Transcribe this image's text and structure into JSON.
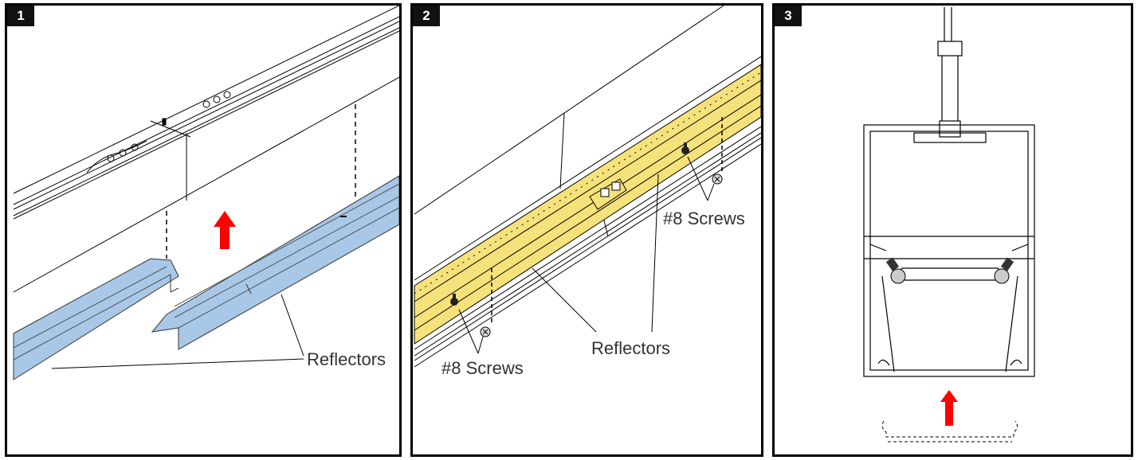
{
  "steps": [
    {
      "number": "1",
      "labels": {
        "reflectors": "Reflectors"
      }
    },
    {
      "number": "2",
      "labels": {
        "screws_top": "#8 Screws",
        "screws_bottom": "#8 Screws",
        "reflectors": "Reflectors"
      }
    },
    {
      "number": "3"
    }
  ],
  "colors": {
    "reflector_fill": "#a9c8e8",
    "led_board_fill": "#f6e27a",
    "arrow": "#ff0000",
    "line": "#000000"
  },
  "icons": [
    "up-arrow-icon",
    "screw-icon"
  ]
}
